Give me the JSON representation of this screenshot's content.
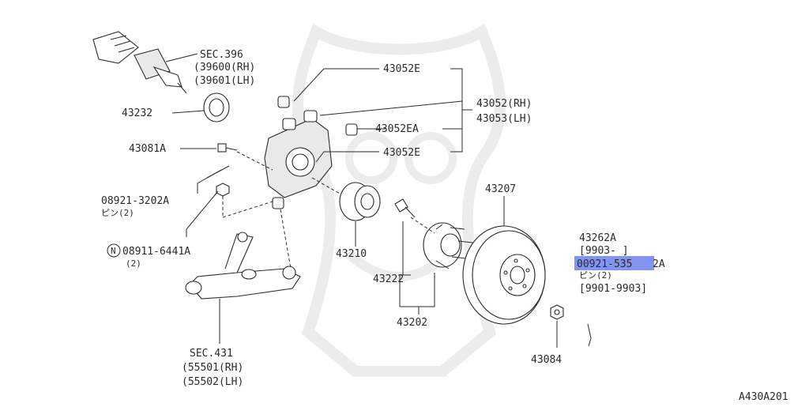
{
  "watermark_color": "#ececec",
  "highlight_color": "#5a6ff0",
  "labels": {
    "sec396": "SEC.396",
    "sec396_rh": "(39600(RH)",
    "sec396_lh": "(39601(LH)",
    "p43232": "43232",
    "p43052E_top": "43052E",
    "p43052_rh": "43052(RH)",
    "p43053_lh": "43053(LH)",
    "p43052EA": "43052EA",
    "p43052E_bottom": "43052E",
    "p43081A": "43081A",
    "p08921_3202A": "08921-3202A",
    "pin2_a": "ピン(2)",
    "n_circle": "N",
    "p08911_6441A": "08911-6441A",
    "qty2": "(2)",
    "p43210": "43210",
    "p43222": "43222",
    "p43202": "43202",
    "p43207": "43207",
    "p43084": "43084",
    "p43262A": "43262A",
    "range_9903": "[9903-    ]",
    "p00921_5352A_main": "00921-535",
    "p00921_5352A_tail": "2A",
    "pin2_b": "ピン(2)",
    "range_9901_9903": "[9901-9903]",
    "sec431": "SEC.431",
    "sec431_rh": "(55501(RH)",
    "sec431_lh": "(55502(LH)",
    "diagram_id": "A430A201"
  }
}
